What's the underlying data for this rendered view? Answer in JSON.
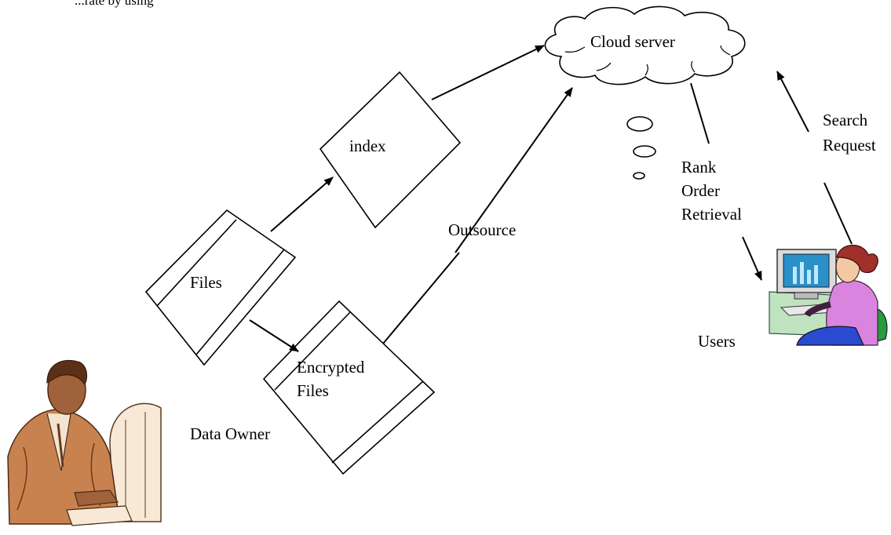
{
  "top_fragment": "...rate by using",
  "nodes": {
    "cloud": "Cloud server",
    "index": "index",
    "files": "Files",
    "encrypted_line1": "Encrypted",
    "encrypted_line2": "Files",
    "data_owner": "Data Owner",
    "users": "Users"
  },
  "edge_labels": {
    "outsource": "Outsource",
    "rank_line1": "Rank",
    "rank_line2": "Order",
    "rank_line3": "Retrieval",
    "search_line1": "Search",
    "search_line2": "Request"
  },
  "icons": {
    "data_owner": "man-at-computer-icon",
    "user": "woman-at-computer-icon",
    "cloud": "cloud-icon"
  },
  "colors": {
    "owner_skin": "#a0623a",
    "owner_suit": "#c8824f",
    "user_shirt": "#d985e0",
    "user_hair": "#a0302a",
    "user_chair": "#2a9a3e",
    "user_screen": "#2a90c8"
  }
}
